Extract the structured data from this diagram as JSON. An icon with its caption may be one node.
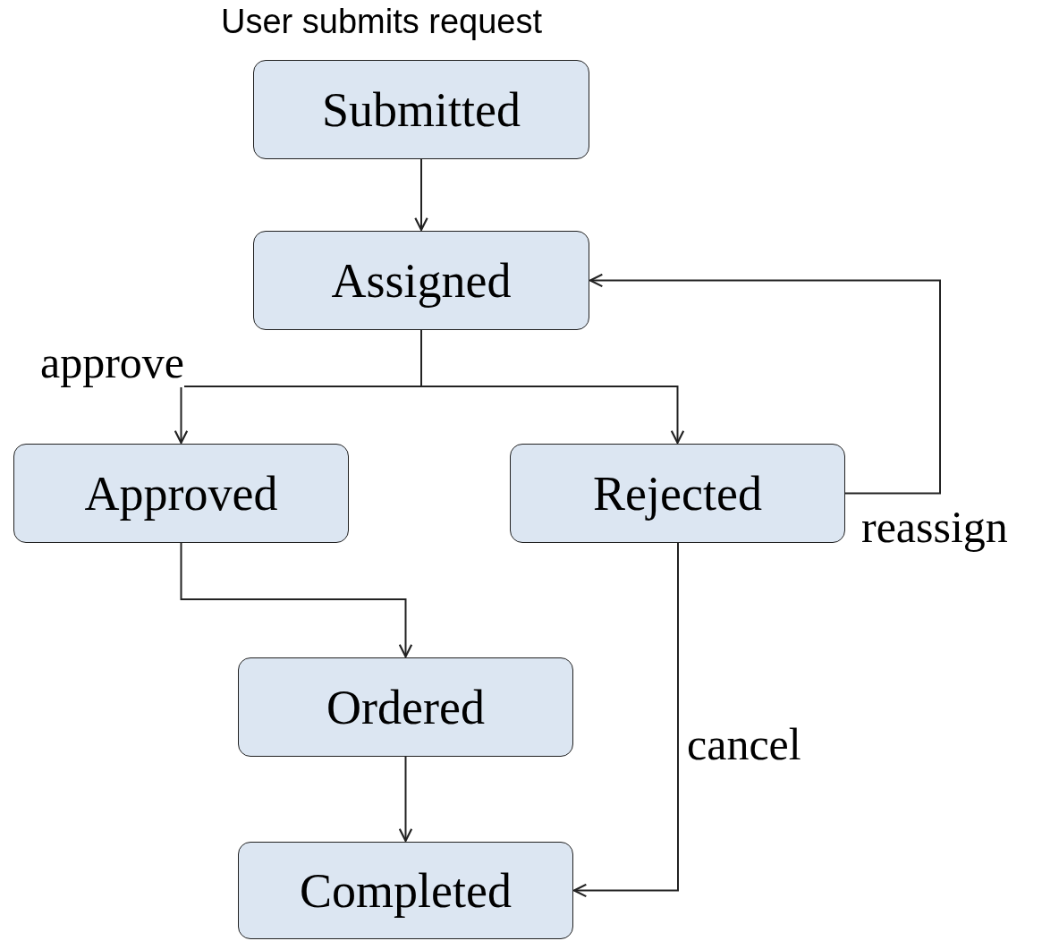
{
  "diagram": {
    "nodes": [
      {
        "text": [
          "Submitted"
        ]
      },
      {
        "text": [
          "Assigned"
        ]
      },
      {
        "text": [
          "Approved"
        ]
      },
      {
        "text": [
          "Rejected"
        ]
      },
      {
        "text": [
          "Ordered"
        ]
      },
      {
        "text": [
          "Completed"
        ]
      }
    ],
    "edges": [
      {
        "from": 0,
        "to": 1,
        "arrow": "to"
      },
      {
        "from": 1,
        "to": 2,
        "arrow": "to",
        "label": "approve"
      },
      {
        "from": 1,
        "to": 3,
        "arrow": "to"
      },
      {
        "from": 2,
        "to": 4,
        "arrow": "to"
      },
      {
        "from": 4,
        "to": 5,
        "arrow": "to"
      },
      {
        "from": 3,
        "to": 1,
        "arrow": "to",
        "label": "reassign"
      },
      {
        "from": 3,
        "to": 5,
        "arrow": "to",
        "label": "cancel"
      }
    ],
    "labels": [
      "User submits request"
    ]
  }
}
